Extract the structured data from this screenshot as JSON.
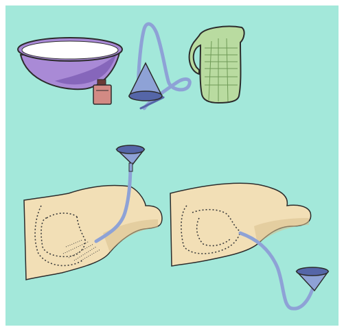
{
  "colors": {
    "frame": "#ffffff",
    "background": "#a3e8da",
    "outline": "#2b2b2b",
    "bowl_outer": "#a98ad6",
    "bowl_shade": "#6f4fa8",
    "bowl_rim": "#ffffff",
    "bottle": "#d28a84",
    "funnel_tube": "#8ea2d6",
    "funnel_dark": "#5566a8",
    "pitcher": "#b9dba0",
    "pitcher_dark": "#6f9a57",
    "body_skin": "#f2dfb6",
    "body_shadow": "#d8c08e",
    "intestine_dots": "#3a3a3a"
  },
  "objects": {
    "top_row": [
      "basin-bowl",
      "oil-bottle",
      "funnel-with-tube",
      "water-pitcher"
    ],
    "bottom_row": [
      "body-outline-left-with-funnel",
      "body-outline-right-with-funnel"
    ]
  }
}
